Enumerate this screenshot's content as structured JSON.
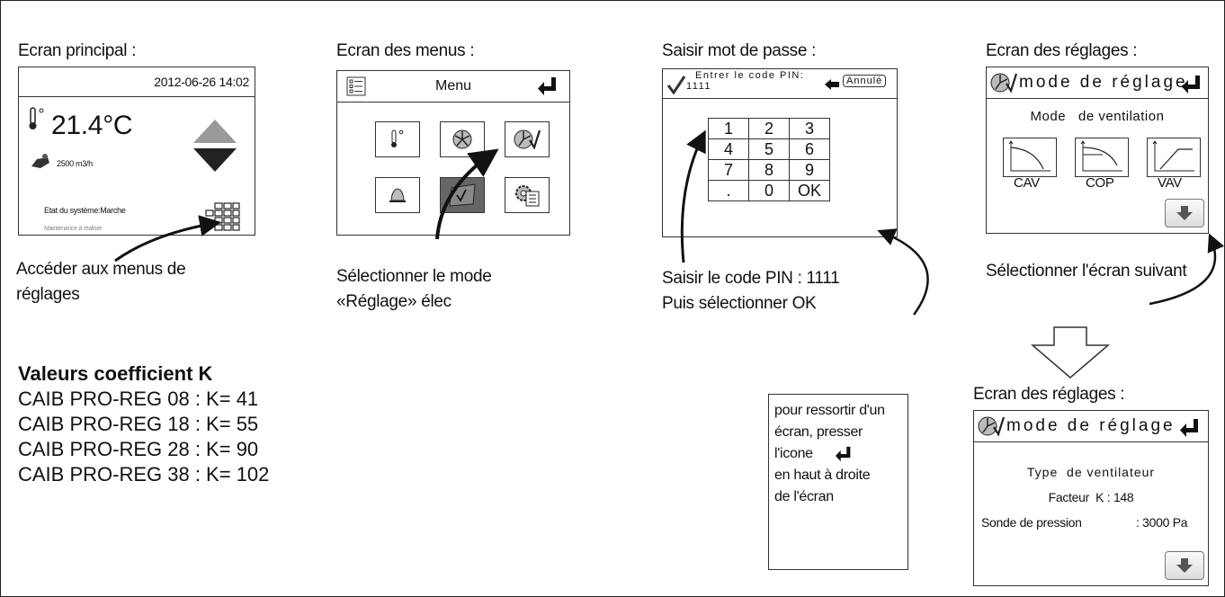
{
  "panel1": {
    "heading": "Ecran principal :",
    "datetime": "2012-06-26 14:02",
    "temperature": "21.4°C",
    "airflow": "2500 m3/h",
    "status": "Etat du système:Marche",
    "maintenance": "Maintenance à réaliser",
    "caption_line1": "Accéder aux menus de",
    "caption_line2": "réglages"
  },
  "panel2": {
    "heading": "Ecran des menus :",
    "title": "Menu",
    "caption_line1": "Sélectionner le mode",
    "caption_line2": "«Réglage» élec"
  },
  "panel3": {
    "heading": "Saisir mot de passe :",
    "prompt": "Entrer le code PIN:",
    "pin": "1111",
    "cancel": "Annulé",
    "keys": [
      [
        "1",
        "2",
        "3"
      ],
      [
        "4",
        "5",
        "6"
      ],
      [
        "7",
        "8",
        "9"
      ],
      [
        ".",
        "0",
        "OK"
      ]
    ],
    "caption_line1": "Saisir le code PIN : 1111",
    "caption_line2": "Puis sélectionner OK"
  },
  "panel4": {
    "heading": "Ecran des réglages :",
    "title": "mode de réglage",
    "subtitle": "Mode   de ventilation",
    "modes": [
      "CAV",
      "COP",
      "VAV"
    ],
    "caption": "Sélectionner l'écran suivant"
  },
  "panel5": {
    "heading": "Ecran des réglages :",
    "title": "mode de réglage",
    "line1": "Type  de ventilateur",
    "line2": "Facteur  K : 148",
    "line3_label": "Sonde de pression",
    "line3_value": ": 3000 Pa"
  },
  "note": {
    "line1": "pour ressortir d'un",
    "line2": "écran, presser",
    "line3": "l'icone",
    "line4": "en haut à droite",
    "line5": "de l'écran"
  },
  "valeurs": {
    "title": "Valeurs coefficient K",
    "rows": [
      "CAIB PRO-REG 08 : K= 41",
      "CAIB PRO-REG 18 : K= 55",
      "CAIB PRO-REG 28 : K= 90",
      "CAIB PRO-REG 38 : K= 102"
    ]
  }
}
